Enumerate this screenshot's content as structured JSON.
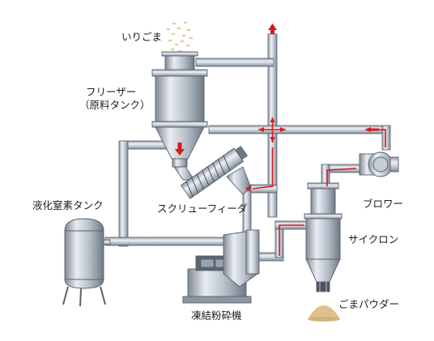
{
  "labels": {
    "sesame": "いりごま",
    "freezer_line1": "フリーザー",
    "freezer_line2": "（原料タンク）",
    "nitrogen": "液化窒素タンク",
    "screw": "スクリューフィーダ",
    "blower": "ブロワー",
    "cyclone": "サイクロン",
    "powder": "ごまパウダー",
    "mill": "凍結粉砕機"
  },
  "colors": {
    "arrow": "#d8191f",
    "pipe": "#aeb8c4",
    "sesame": "#e0cb95",
    "powder": "#dfc08c"
  }
}
